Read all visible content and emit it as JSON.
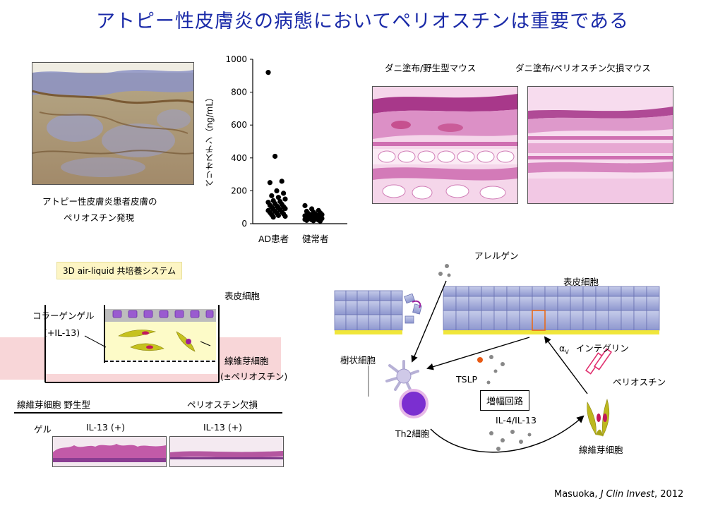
{
  "title": "アトピー性皮膚炎の病態においてペリオスチンは重要である",
  "ad_skin_caption": [
    "アトピー性皮膚炎患者皮膚の",
    "ペリオスチン発現"
  ],
  "chart_data": {
    "type": "scatter",
    "ylabel": "ペリオスチン（ng/mL）",
    "yticks": [
      "1000",
      "800",
      "600",
      "400",
      "200",
      "0"
    ],
    "ylim": [
      0,
      1000
    ],
    "categories": [
      "AD患者",
      "健常者"
    ],
    "series": [
      {
        "values": [
          920,
          410,
          258,
          250,
          200,
          185,
          170,
          160,
          150,
          140,
          135,
          130,
          122,
          118,
          112,
          108,
          104,
          100,
          96,
          92,
          88,
          84,
          80,
          76,
          72,
          68,
          64,
          60,
          55,
          50,
          45,
          40
        ]
      },
      {
        "values": [
          110,
          90,
          80,
          75,
          70,
          66,
          62,
          58,
          55,
          52,
          50,
          48,
          46,
          44,
          42,
          40,
          38,
          36,
          34,
          32,
          30,
          28,
          26,
          24,
          22,
          20,
          18,
          16
        ]
      }
    ]
  },
  "mouse": {
    "wt_label": "ダニ塗布/野生型マウス",
    "ko_label": "ダニ塗布/ペリオスチン欠損マウス"
  },
  "culture": {
    "system_label": "3D air-liquid 共培養システム",
    "epidermal": "表皮細胞",
    "collagen_gel": "コラーゲンゲル",
    "il13": "(+IL-13)",
    "fibroblast": "線維芽細胞",
    "periostin_pm": "(±ペリオスチン)"
  },
  "bottom": {
    "fib_wt": "線維芽細胞 野生型",
    "periostin_ko": "ペリオスチン欠損",
    "gel": "ゲル",
    "il13_left": "IL-13 (+)",
    "il13_right": "IL-13 (+)"
  },
  "pathway": {
    "allergen": "アレルゲン",
    "epidermal": "表皮細胞",
    "dendritic": "樹状細胞",
    "tslp": "TSLP",
    "integrin_alpha": "α",
    "integrin_sub": "V",
    "integrin": "インテグリン",
    "periostin": "ペリオスチン",
    "amplification": "増幅回路",
    "il4_il13": "IL-4/IL-13",
    "th2": "Th2細胞",
    "fibroblast": "線維芽細胞"
  },
  "credit": {
    "author": "Masuoka, ",
    "journal": "J Clin Invest",
    "year": ", 2012"
  }
}
